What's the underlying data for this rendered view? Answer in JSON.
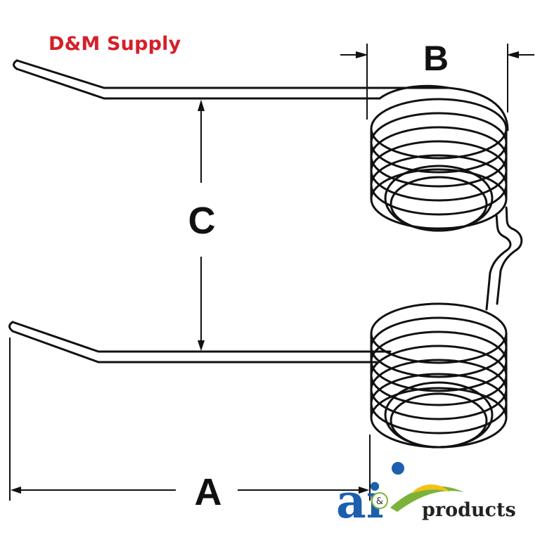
{
  "watermark": {
    "text": "D&M Supply",
    "color": "#d4202a"
  },
  "dimensions": {
    "a": "A",
    "b": "B",
    "c": "C"
  },
  "logo": {
    "letters": "ai",
    "ampersand": "&",
    "word": "products",
    "colors": {
      "blue": "#1c5fae",
      "green": "#7bb33a",
      "yellow": "#f2c216",
      "dark": "#222222"
    }
  },
  "line_color": "#111111"
}
